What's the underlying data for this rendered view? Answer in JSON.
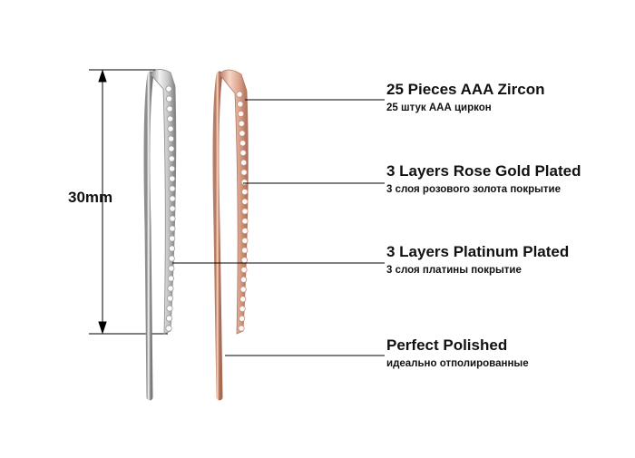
{
  "dimension": {
    "label": "30mm"
  },
  "features": [
    {
      "title": "25 Pieces AAA Zircon",
      "subtitle": "25 штук ААА циркон"
    },
    {
      "title": "3 Layers Rose Gold Plated",
      "subtitle": "3 слоя розового золота покрытие"
    },
    {
      "title": "3 Layers Platinum Plated",
      "subtitle": "3 слоя платины покрытие"
    },
    {
      "title": "Perfect Polished",
      "subtitle": "идеально отполированные"
    }
  ],
  "colors": {
    "silver_light": "#e6e6e6",
    "silver_dark": "#9a9a9a",
    "rose_light": "#f3cbb8",
    "rose_dark": "#c98c74",
    "line": "#000000"
  }
}
